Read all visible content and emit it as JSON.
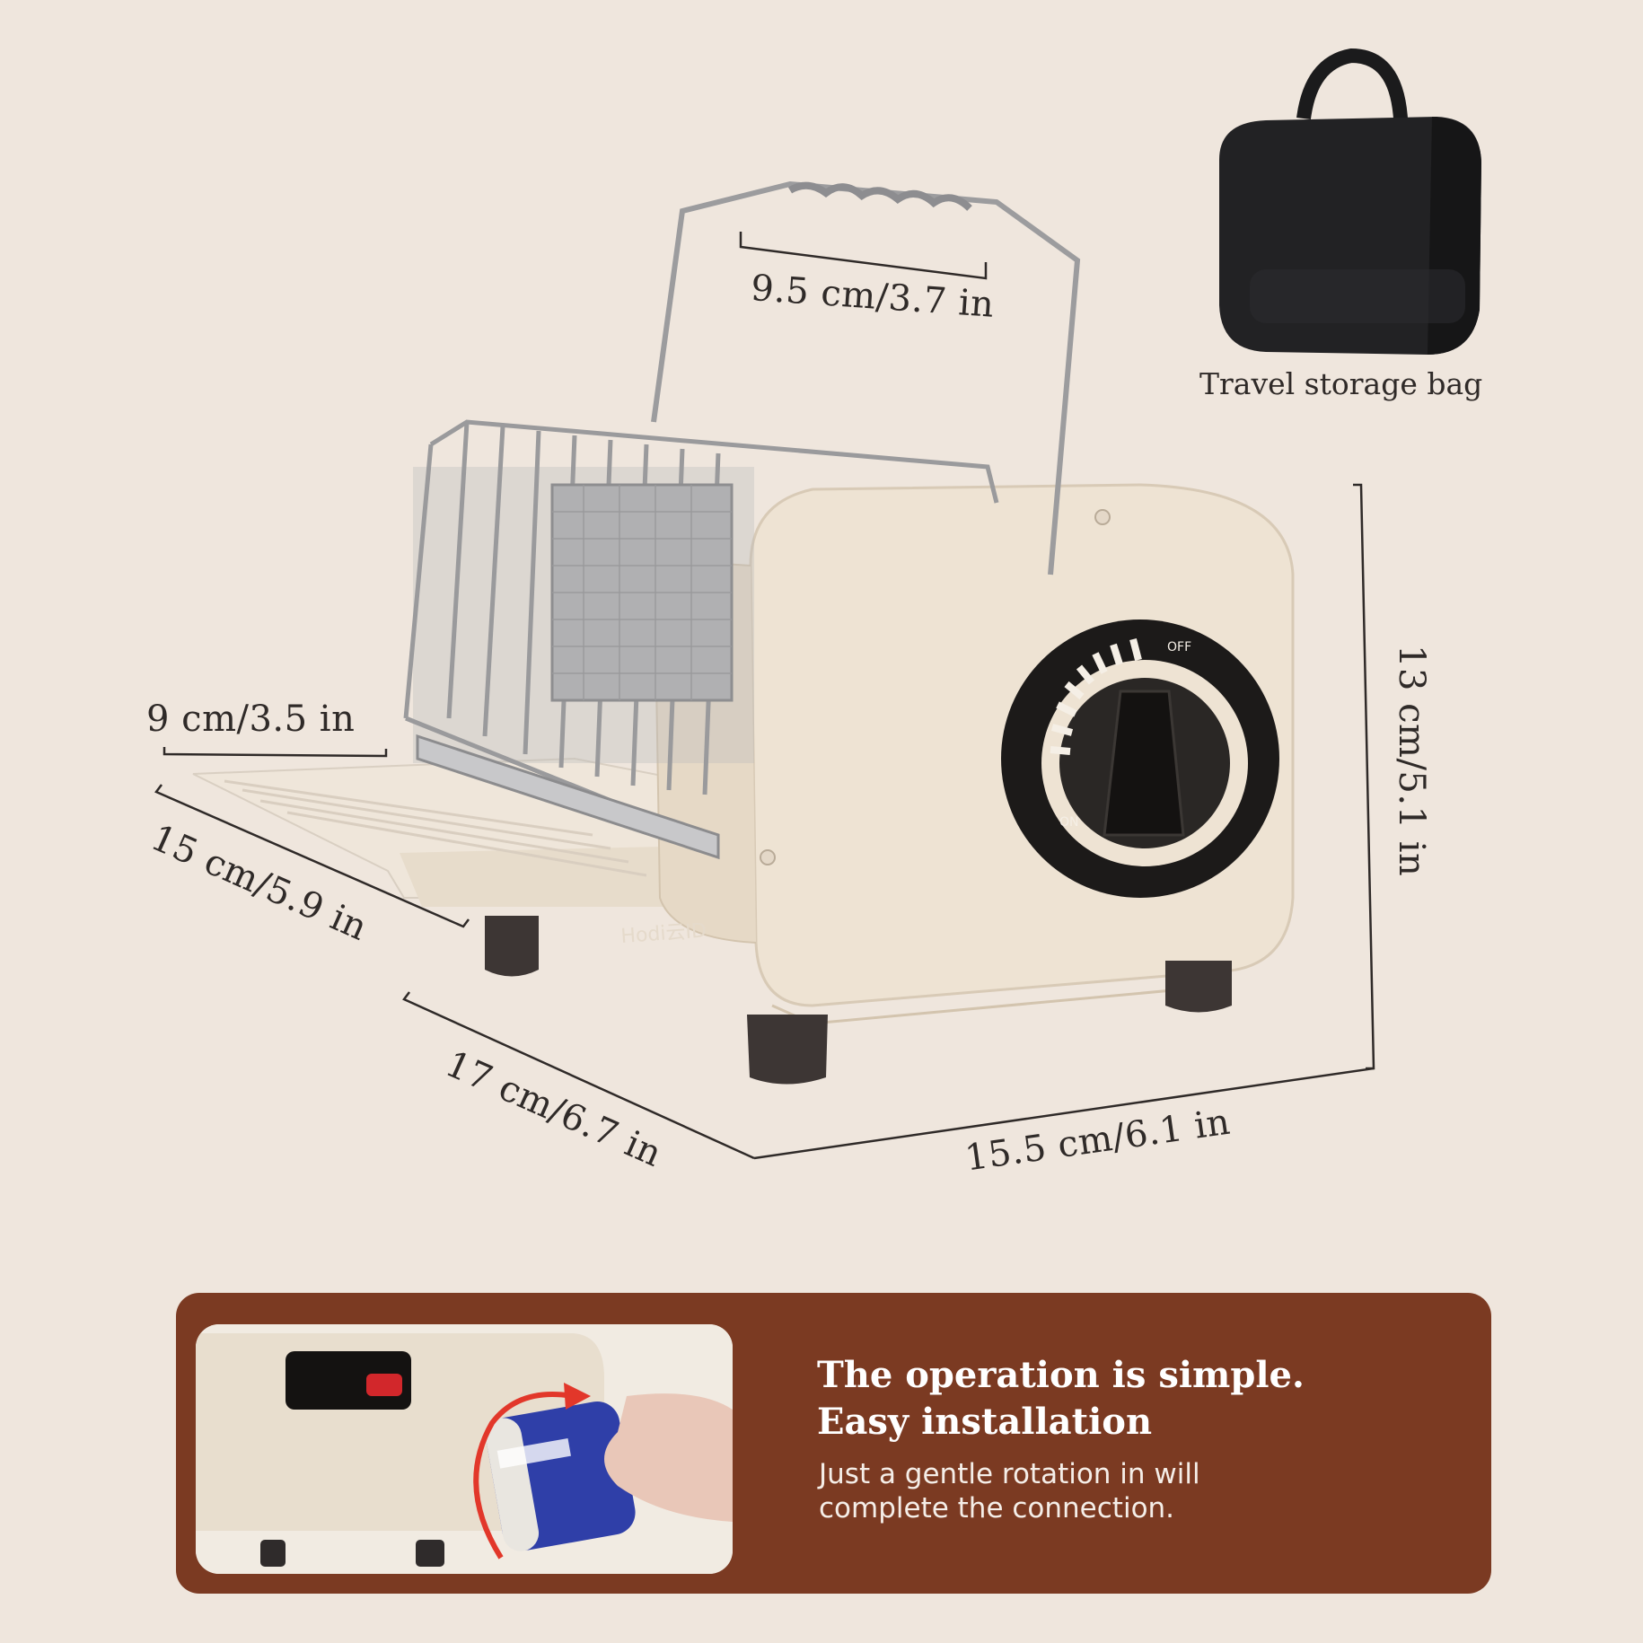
{
  "dimensions": {
    "handle_width": "9.5 cm/3.7 in",
    "tray_width": "9 cm/3.5 in",
    "tray_depth": "15 cm/5.9 in",
    "body_depth": "17 cm/6.7 in",
    "body_width": "15.5 cm/6.1 in",
    "body_height": "13 cm/5.1 in"
  },
  "storage_bag": {
    "caption": "Travel storage bag"
  },
  "heater": {
    "brand_mark": "Hodi云ID",
    "knob_off_label": "OFF",
    "knob_on_label": "ON",
    "body_color": "#eee3d3",
    "knob_color": "#1c1a19"
  },
  "banner": {
    "title_line1": "The operation is simple.",
    "title_line2": "Easy installation",
    "body_line1": "Just a gentle rotation in will",
    "body_line2": "complete the connection.",
    "background_color": "#7b3a22"
  },
  "colors": {
    "background": "#efe6dd",
    "arrow": "#e2372a",
    "can_blue": "#2f3fa8"
  }
}
